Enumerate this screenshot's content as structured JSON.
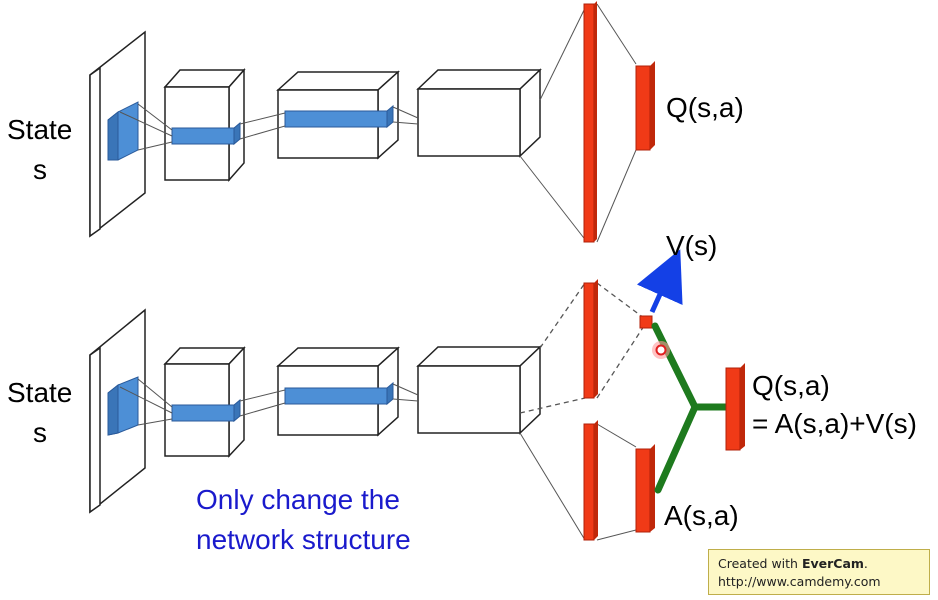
{
  "top_network": {
    "input_label_line1": "State",
    "input_label_line2": "s",
    "output_label": "Q(s,a)"
  },
  "bottom_network": {
    "input_label_line1": "State",
    "input_label_line2": "s",
    "value_label": "V(s)",
    "q_label": "Q(s,a)",
    "q_equation": "= A(s,a)+V(s)",
    "advantage_label": "A(s,a)"
  },
  "note": {
    "line1": "Only change the",
    "line2": "network structure"
  },
  "watermark": {
    "prefix": "Created with ",
    "brand": "EverCam",
    "suffix": ".",
    "url": "http://www.camdemy.com"
  },
  "colors": {
    "layer_fill": "#f03a17",
    "layer_stroke": "#b0200a",
    "filter_blue": "#4d8fd6",
    "merge_green": "#1e7a1e",
    "arrow_blue": "#1440e6",
    "note_blue": "#1a1acc"
  }
}
